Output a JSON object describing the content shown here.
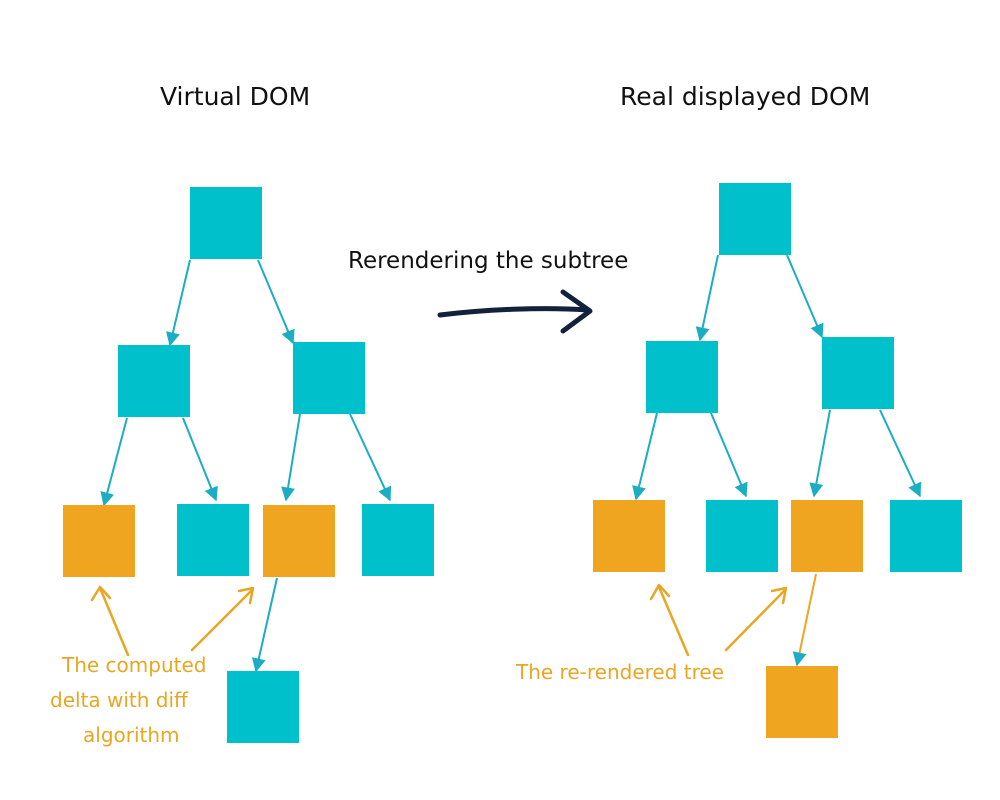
{
  "titles": {
    "virtual": "Virtual DOM",
    "real": "Real displayed DOM"
  },
  "arrow_label": "Rerendering the subtree",
  "annotations": {
    "left": [
      "The computed",
      "delta with diff",
      "algorithm"
    ],
    "right": "The re-rendered tree"
  },
  "colors": {
    "unchanged_node": "#00C0CC",
    "changed_node": "#EFA51F",
    "annotation_text": "#E9A623",
    "main_arrow": "#14213D",
    "title_text": "#111111"
  },
  "trees": [
    {
      "name": "virtual-dom",
      "nodes": [
        {
          "id": "root",
          "state": "unchanged"
        },
        {
          "id": "left-child",
          "state": "unchanged"
        },
        {
          "id": "right-child",
          "state": "unchanged"
        },
        {
          "id": "leaf-1",
          "state": "changed"
        },
        {
          "id": "leaf-2",
          "state": "unchanged"
        },
        {
          "id": "leaf-3",
          "state": "changed"
        },
        {
          "id": "leaf-4",
          "state": "unchanged"
        },
        {
          "id": "grandchild",
          "state": "unchanged"
        }
      ]
    },
    {
      "name": "real-dom",
      "nodes": [
        {
          "id": "root",
          "state": "unchanged"
        },
        {
          "id": "left-child",
          "state": "unchanged"
        },
        {
          "id": "right-child",
          "state": "unchanged"
        },
        {
          "id": "leaf-1",
          "state": "changed"
        },
        {
          "id": "leaf-2",
          "state": "unchanged"
        },
        {
          "id": "leaf-3",
          "state": "changed"
        },
        {
          "id": "leaf-4",
          "state": "unchanged"
        },
        {
          "id": "grandchild",
          "state": "changed"
        }
      ]
    }
  ]
}
